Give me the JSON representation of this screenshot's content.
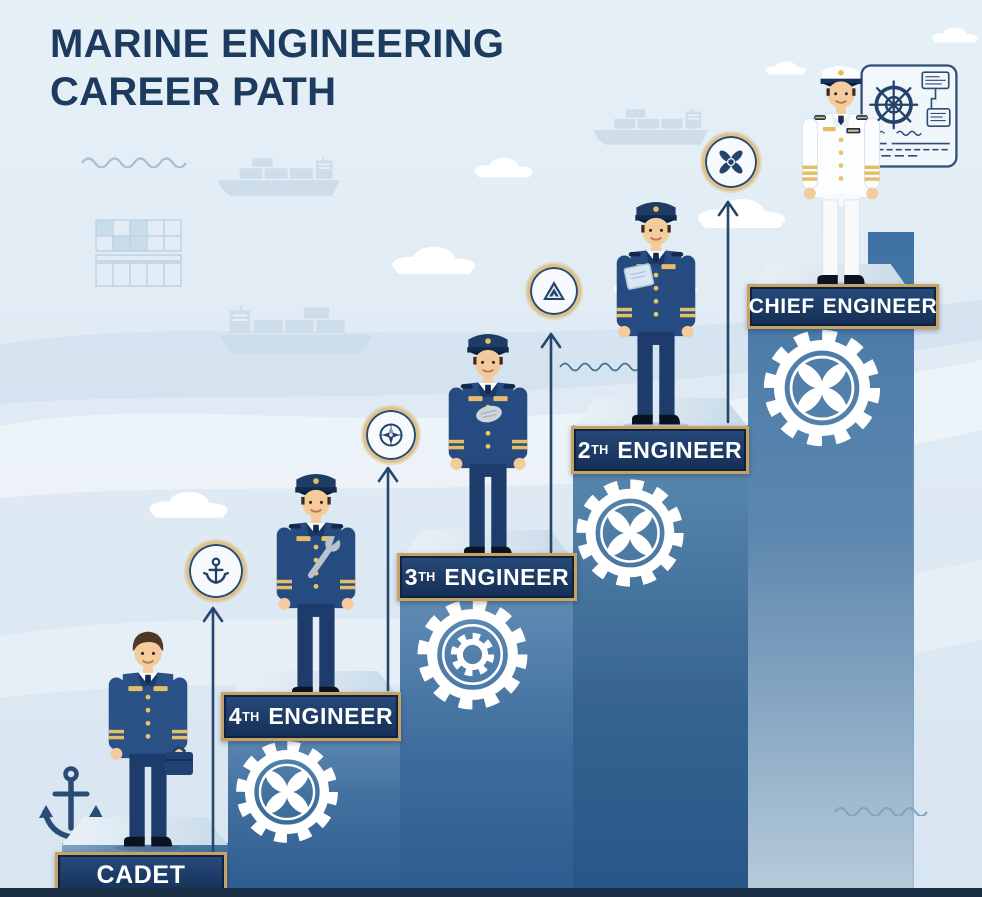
{
  "title": {
    "line1": "MARINE ENGINEERING",
    "line2": "CAREER PATH"
  },
  "levels": [
    {
      "id": "cadet",
      "banner": {
        "part1": "CADET",
        "sup": "",
        "part2": ""
      },
      "figure": "cadet-officer-with-briefcase",
      "step_face_icon": "gear-propeller-icon"
    },
    {
      "id": "fourth-engineer",
      "banner": {
        "part1": "4",
        "sup": "TH",
        "part2": "ENGINEER"
      },
      "figure": "engineer-officer-with-wrench",
      "step_face_icon": "gear-propeller-icon"
    },
    {
      "id": "third-engineer",
      "banner": {
        "part1": "3",
        "sup": "TH",
        "part2": "ENGINEER"
      },
      "figure": "engineer-officer-with-gloves",
      "step_face_icon": "gear-inside-gear-icon"
    },
    {
      "id": "second-engineer",
      "banner": {
        "part1": "2",
        "sup": "TH",
        "part2": "ENGINEER"
      },
      "figure": "engineer-officer-with-tablet",
      "step_face_icon": "gear-propeller-icon"
    },
    {
      "id": "chief-engineer",
      "banner": {
        "part1": "CHIEF",
        "sup": "",
        "part2": "ENGINEER"
      },
      "figure": "chief-engineer-white-uniform",
      "step_face_icon": "gear-propeller-icon"
    }
  ],
  "milestones": [
    {
      "icon": "anchor-icon"
    },
    {
      "icon": "compass-icon"
    },
    {
      "icon": "delta-badge-icon"
    },
    {
      "icon": "propeller-icon"
    }
  ],
  "decor": [
    "cargo-ship-silhouette",
    "container-grid",
    "clouds",
    "wave-lines",
    "anchor-outline",
    "blueprint-panel-with-ship-wheel"
  ],
  "colors": {
    "background": "#e0ebf4",
    "title_navy": "#1d3a5f",
    "banner_navy": "#1c3a64",
    "banner_gold_border": "#c8a263",
    "step_blue_top": "#6794ba",
    "step_blue_deep": "#2f5f92",
    "accent_gold": "#ddc28b",
    "icon_navy": "#24436b",
    "white": "#ffffff",
    "bottom_bar_navy": "#1a2e44"
  }
}
